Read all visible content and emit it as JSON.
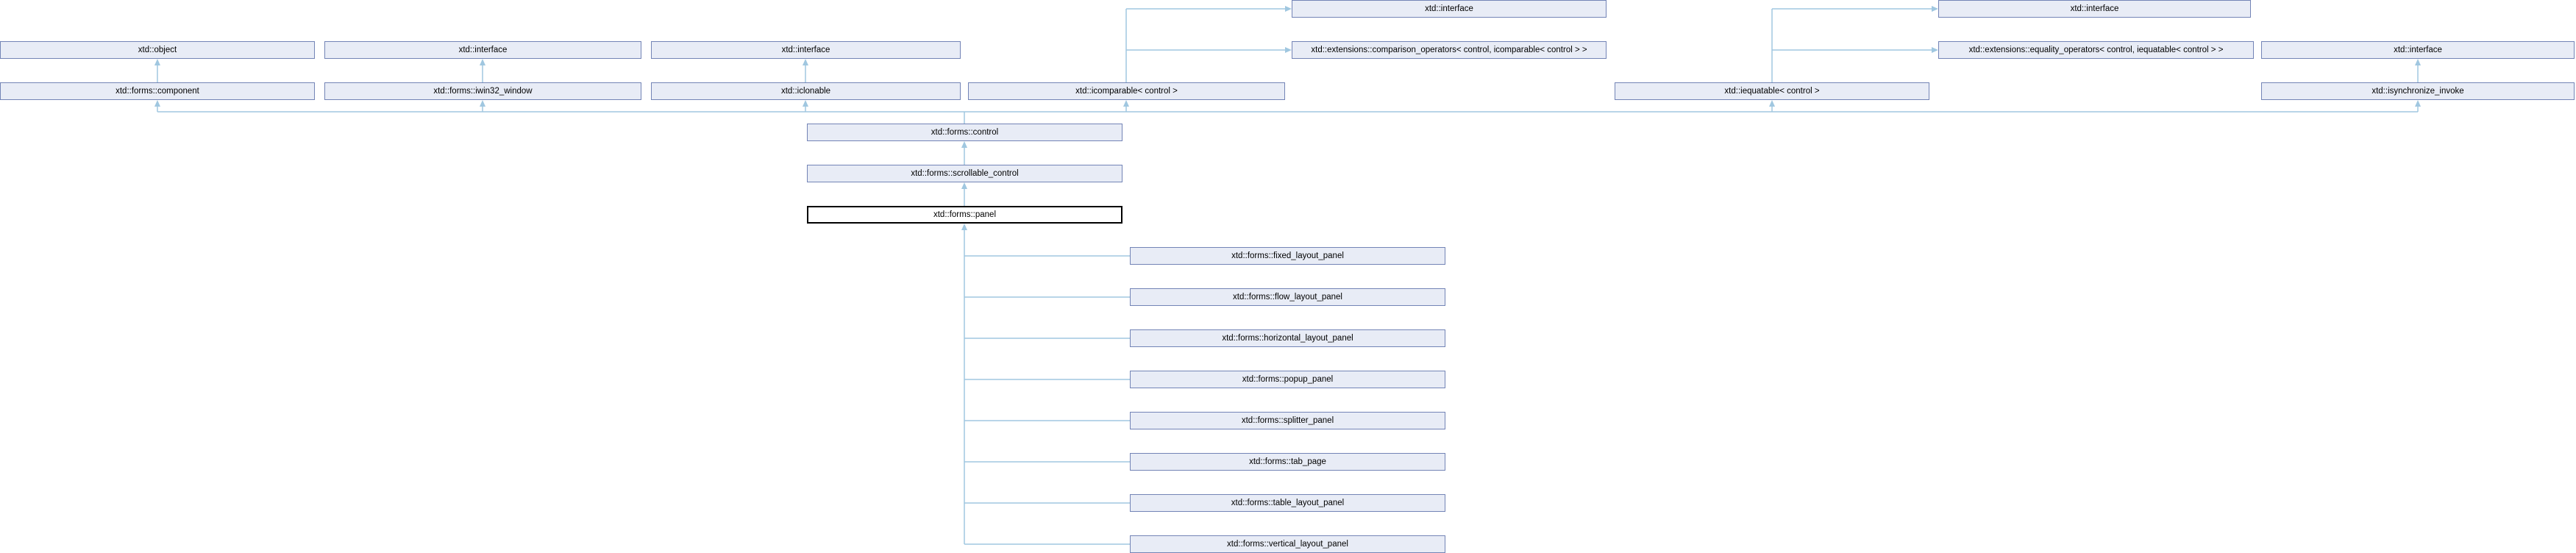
{
  "diagram": {
    "kind": "class-inheritance-diagram",
    "highlighted_node": "xtd::forms::panel",
    "colors": {
      "background": "#FFFFFF",
      "node_fill": "#E8ECF6",
      "node_border": "#7384B6",
      "highlight_node_fill": "#FFFFFF",
      "highlight_node_border": "#000000",
      "edge": "#A0C7E0",
      "text": "#000000"
    },
    "nodes": {
      "interface_top_a": {
        "label": "xtd::interface"
      },
      "interface_top_b": {
        "label": "xtd::interface"
      },
      "object": {
        "label": "xtd::object"
      },
      "interface_a": {
        "label": "xtd::interface"
      },
      "interface_b": {
        "label": "xtd::interface"
      },
      "comparison_operators": {
        "label": "xtd::extensions::comparison_operators< control, icomparable< control > >"
      },
      "equality_operators": {
        "label": "xtd::extensions::equality_operators< control, iequatable< control > >"
      },
      "interface_c": {
        "label": "xtd::interface"
      },
      "component": {
        "label": "xtd::forms::component"
      },
      "iwin32_window": {
        "label": "xtd::forms::iwin32_window"
      },
      "iclonable": {
        "label": "xtd::iclonable"
      },
      "icomparable": {
        "label": "xtd::icomparable< control >"
      },
      "iequatable": {
        "label": "xtd::iequatable< control >"
      },
      "isynchronize_invoke": {
        "label": "xtd::isynchronize_invoke"
      },
      "control": {
        "label": "xtd::forms::control"
      },
      "scrollable_control": {
        "label": "xtd::forms::scrollable_control"
      },
      "panel": {
        "label": "xtd::forms::panel"
      },
      "fixed_layout_panel": {
        "label": "xtd::forms::fixed_layout_panel"
      },
      "flow_layout_panel": {
        "label": "xtd::forms::flow_layout_panel"
      },
      "horizontal_layout_panel": {
        "label": "xtd::forms::horizontal_layout_panel"
      },
      "popup_panel": {
        "label": "xtd::forms::popup_panel"
      },
      "splitter_panel": {
        "label": "xtd::forms::splitter_panel"
      },
      "tab_page": {
        "label": "xtd::forms::tab_page"
      },
      "table_layout_panel": {
        "label": "xtd::forms::table_layout_panel"
      },
      "vertical_layout_panel": {
        "label": "xtd::forms::vertical_layout_panel"
      }
    },
    "edges": [
      "xtd::forms::component -> xtd::object",
      "xtd::forms::iwin32_window -> xtd::interface",
      "xtd::iclonable -> xtd::interface",
      "xtd::icomparable< control > -> xtd::interface",
      "xtd::icomparable< control > -> xtd::extensions::comparison_operators< control, icomparable< control > >",
      "xtd::iequatable< control > -> xtd::interface",
      "xtd::iequatable< control > -> xtd::extensions::equality_operators< control, iequatable< control > >",
      "xtd::isynchronize_invoke -> xtd::interface",
      "xtd::forms::control -> xtd::forms::component",
      "xtd::forms::control -> xtd::forms::iwin32_window",
      "xtd::forms::control -> xtd::iclonable",
      "xtd::forms::control -> xtd::icomparable< control >",
      "xtd::forms::control -> xtd::iequatable< control >",
      "xtd::forms::control -> xtd::isynchronize_invoke",
      "xtd::forms::scrollable_control -> xtd::forms::control",
      "xtd::forms::panel -> xtd::forms::scrollable_control",
      "xtd::forms::fixed_layout_panel -> xtd::forms::panel",
      "xtd::forms::flow_layout_panel -> xtd::forms::panel",
      "xtd::forms::horizontal_layout_panel -> xtd::forms::panel",
      "xtd::forms::popup_panel -> xtd::forms::panel",
      "xtd::forms::splitter_panel -> xtd::forms::panel",
      "xtd::forms::tab_page -> xtd::forms::panel",
      "xtd::forms::table_layout_panel -> xtd::forms::panel",
      "xtd::forms::vertical_layout_panel -> xtd::forms::panel"
    ]
  }
}
